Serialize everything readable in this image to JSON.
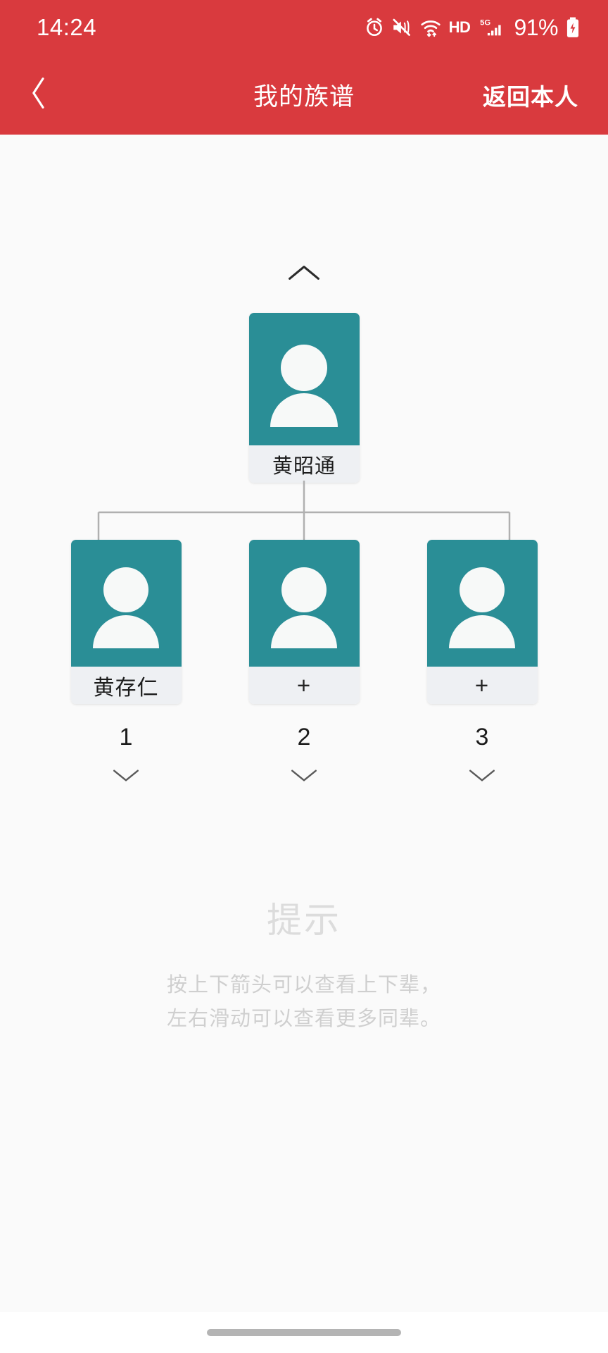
{
  "status_bar": {
    "time": "14:24",
    "battery_percent": "91%",
    "icons": [
      "alarm-icon",
      "mute-vibrate-icon",
      "wifi-icon",
      "hd-icon",
      "signal-5g-icon",
      "battery-charging-icon"
    ],
    "network_label": "HD",
    "network_gen": "5G",
    "background_color": "#d93a3e"
  },
  "app_bar": {
    "back_label": "‹",
    "title": "我的族谱",
    "action_label": "返回本人",
    "background_color": "#d93a3e"
  },
  "tree": {
    "accent_color": "#2a8e96",
    "up_chevron": "chevron-up-icon",
    "parent": {
      "name": "黄昭通",
      "avatar": "person-avatar-icon"
    },
    "children": [
      {
        "name": "黄存仁",
        "index": "1",
        "avatar": "person-avatar-icon",
        "is_add": false,
        "down_chevron": "chevron-down-icon"
      },
      {
        "name": "+",
        "index": "2",
        "avatar": "person-avatar-icon",
        "is_add": true,
        "down_chevron": "chevron-down-icon"
      },
      {
        "name": "+",
        "index": "3",
        "avatar": "person-avatar-icon",
        "is_add": true,
        "down_chevron": "chevron-down-icon"
      }
    ]
  },
  "hint": {
    "title": "提示",
    "line1": "按上下箭头可以查看上下辈，",
    "line2": "左右滑动可以查看更多同辈。"
  }
}
